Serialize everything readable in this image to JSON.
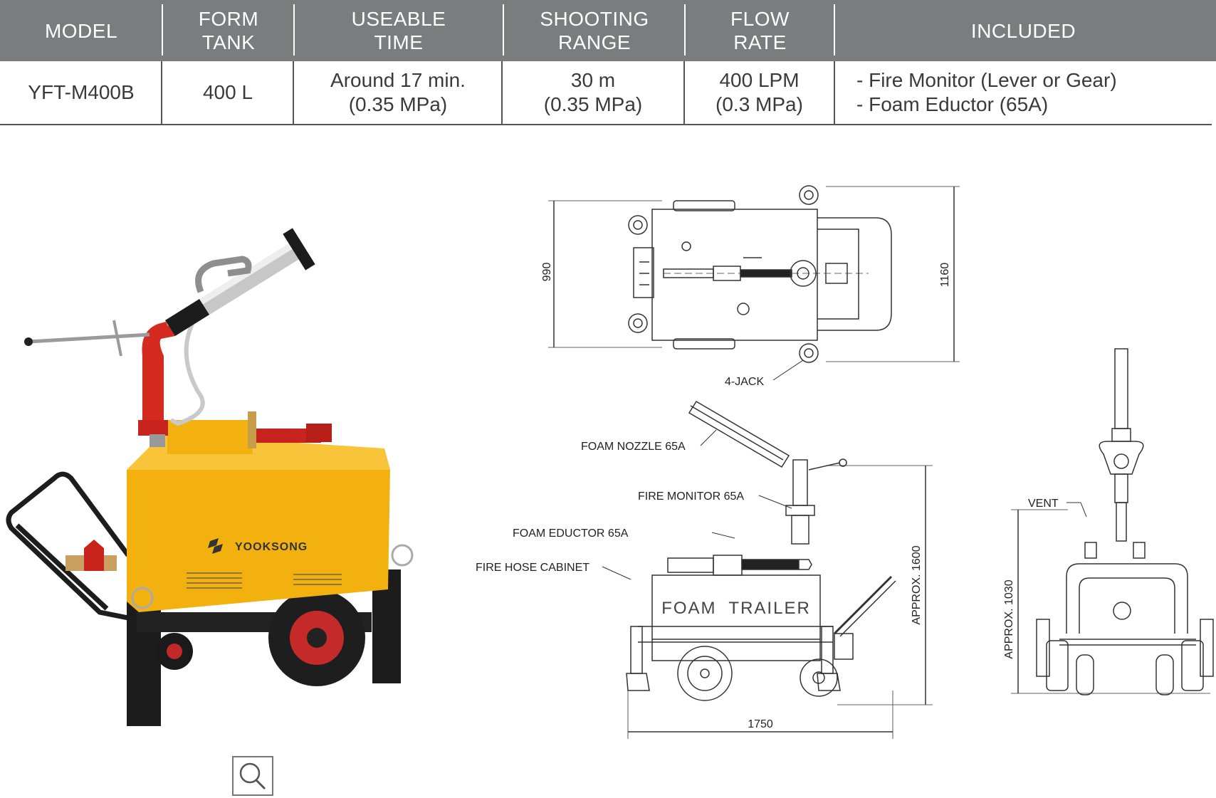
{
  "table": {
    "headers": [
      "MODEL",
      "FORM\nTANK",
      "USEABLE\nTIME",
      "SHOOTING\nRANGE",
      "FLOW\nRATE",
      "INCLUDED"
    ],
    "row": [
      "YFT-M400B",
      "400 L",
      "Around 17 min.\n(0.35 MPa)",
      "30 m\n(0.35 MPa)",
      "400 LPM\n(0.3 MPa)",
      "- Fire Monitor (Lever or Gear)\n- Foam Eductor (65A)"
    ]
  },
  "photo": {
    "brand": "YOOKSONG",
    "alt": "product photo: yellow foam tank trailer with red fire monitor"
  },
  "drawing_top": {
    "dim_width": "990",
    "dim_length": "1160",
    "jack_label": "4-JACK"
  },
  "drawing_side": {
    "labels": {
      "nozzle": "FOAM NOZZLE 65A",
      "monitor": "FIRE MONITOR 65A",
      "eductor": "FOAM EDUCTOR 65A",
      "cabinet": "FIRE HOSE CABINET"
    },
    "tank_text": "FOAM  TRAILER",
    "dim_height": "APPROX. 1600",
    "dim_length": "1750"
  },
  "drawing_front": {
    "vent_label": "VENT",
    "dim_height": "APPROX. 1030"
  },
  "colors": {
    "header_bg": "#7b7c7e",
    "tank_yellow": "#f2b10f",
    "monitor_red": "#d42a1f"
  },
  "zoom_icon": "magnifier-icon"
}
